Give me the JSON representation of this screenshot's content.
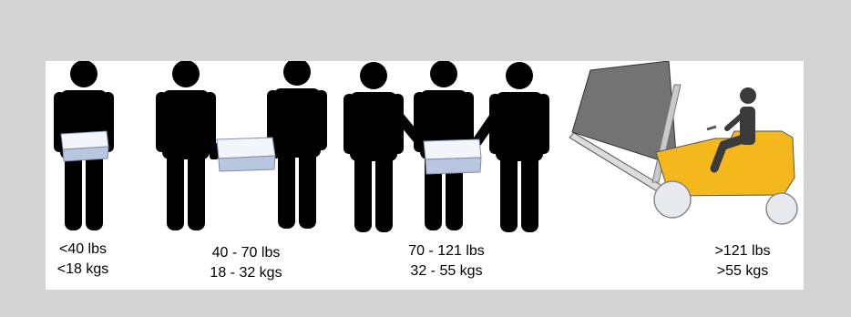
{
  "categories": [
    {
      "id": "one-person",
      "line1": "<40 lbs",
      "line2": "<18 kgs"
    },
    {
      "id": "two-person",
      "line1": "40 - 70 lbs",
      "line2": "18 - 32 kgs"
    },
    {
      "id": "three-person",
      "line1": "70 - 121 lbs",
      "line2": "32 - 55 kgs"
    },
    {
      "id": "forklift",
      "line1": ">121 lbs",
      "line2": ">55 kgs"
    }
  ],
  "colors": {
    "background": "#d4d4d4",
    "panel": "#ffffff",
    "figure": "#000000",
    "box_face": "#f2f5fb",
    "box_side": "#b8c6e0",
    "box_edge": "#7f8ea8",
    "forklift_body": "#f4b71c",
    "forklift_mast": "#c9c9c9",
    "load": "#737373",
    "driver": "#3b3b3b",
    "wheel": "#e8e8ef"
  },
  "icons": [
    "person-icon",
    "box-icon",
    "forklift-icon",
    "driver-icon"
  ]
}
